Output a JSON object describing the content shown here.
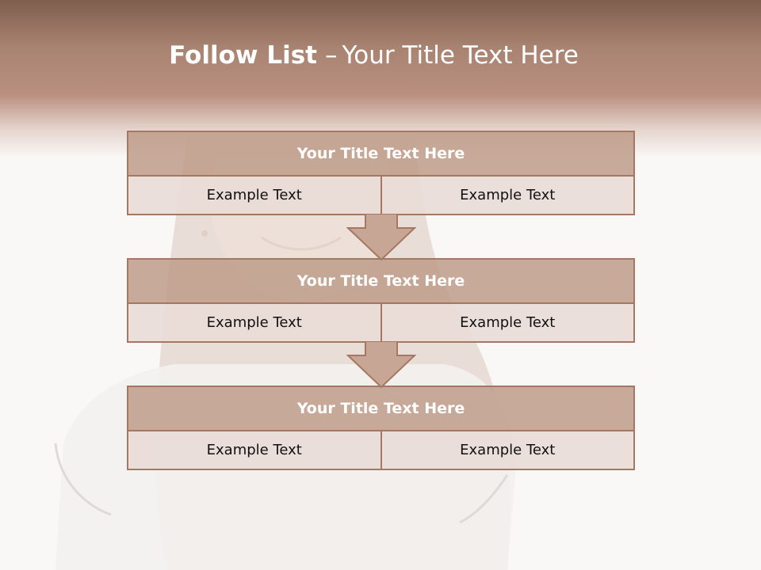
{
  "slide": {
    "title_bold": "Follow List",
    "title_separator": "–",
    "title_rest": "Your Title Text Here"
  },
  "steps": [
    {
      "title": "Your Title Text Here",
      "left": "Example Text",
      "right": "Example Text"
    },
    {
      "title": "Your Title Text Here",
      "left": "Example Text",
      "right": "Example Text"
    },
    {
      "title": "Your Title Text Here",
      "left": "Example Text",
      "right": "Example Text"
    }
  ],
  "colors": {
    "header_band": "#9c7563",
    "title_box": "#c4a292",
    "cell_box": "#e9dcd8",
    "border": "#a47862"
  }
}
